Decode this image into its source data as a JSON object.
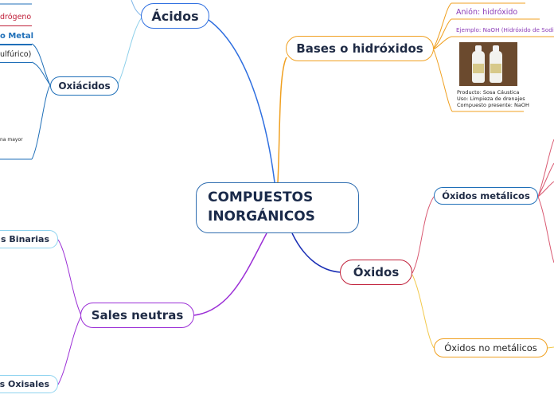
{
  "central": {
    "line1": "COMPUESTOS",
    "line2": "INORGÁNICOS"
  },
  "acidos": {
    "label": "Ácidos",
    "oxiacidos": "Oxiácidos",
    "partial_hidrogeno": "drógeno",
    "partial_metal": "o Metal",
    "partial_sulfurico": "ulfúrico)",
    "partial_mayor": "na mayor"
  },
  "bases": {
    "label": "Bases o hidróxidos",
    "anion": "Anión: hidróxido",
    "ejemplo": "Ejemplo: NaOH (Hidróxido de Sodio)",
    "caption": [
      "Producto: Sosa Cáustica",
      "Uso: Limpieza de drenajes",
      "Compuesto presente: NaOH"
    ]
  },
  "oxidos": {
    "label": "Óxidos",
    "metalicos": "Óxidos metálicos",
    "no_metalicos": "Óxidos no metálicos"
  },
  "sales": {
    "label": "Sales neutras",
    "binarias": "s Binarias",
    "oxisales": "s Oxisales"
  },
  "colors": {
    "acidos": "#2f6fe0",
    "bases": "#f0a020",
    "oxidos": "#1a2fb5",
    "oxidos_metalicos": "#d95a72",
    "oxidos_no_metalicos": "#f2c94c",
    "sales": "#9b2fd6",
    "sales_children": "#8fd3ef",
    "oxiacidos": "#1f6fb8"
  }
}
